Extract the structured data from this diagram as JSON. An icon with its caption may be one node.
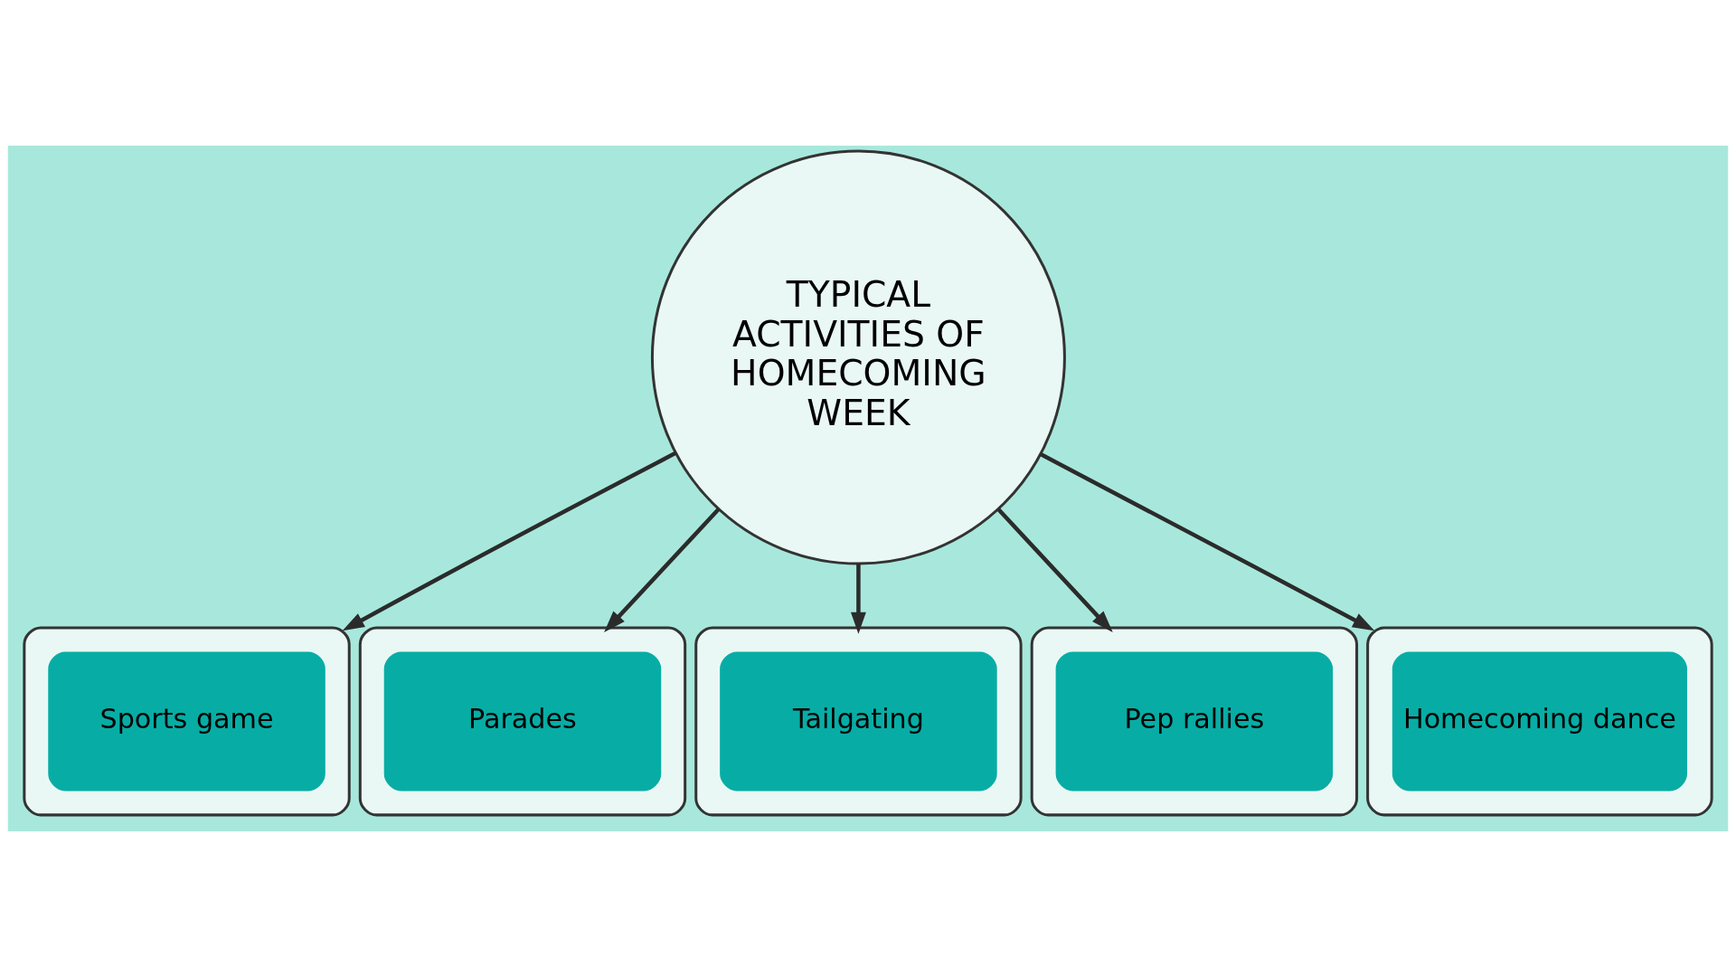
{
  "diagram": {
    "nodes": [
      {
        "text": [
          "TYPICAL ACTIVITIES OF HOMECOMING WEEK"
        ]
      },
      {
        "text": [],
        "shape": "box"
      },
      {
        "text": [
          "Sports game"
        ],
        "in": 1
      },
      {
        "text": [],
        "shape": "box"
      },
      {
        "text": [
          "Parades"
        ],
        "in": 3
      },
      {
        "text": [],
        "shape": "box"
      },
      {
        "text": [
          "Tailgating"
        ],
        "in": 5
      },
      {
        "text": [],
        "shape": "box"
      },
      {
        "text": [
          "Pep rallies"
        ],
        "in": 7
      },
      {
        "text": [],
        "shape": "box"
      },
      {
        "text": [
          "Homecoming dance"
        ],
        "in": 9
      }
    ],
    "edges": [
      {
        "from": 0,
        "to": 1,
        "arrow": "to"
      },
      {
        "from": 0,
        "to": 3,
        "arrow": "to"
      },
      {
        "from": 0,
        "to": 5,
        "arrow": "to"
      },
      {
        "from": 0,
        "to": 7,
        "arrow": "to"
      },
      {
        "from": 0,
        "to": 9,
        "arrow": "to"
      }
    ]
  }
}
